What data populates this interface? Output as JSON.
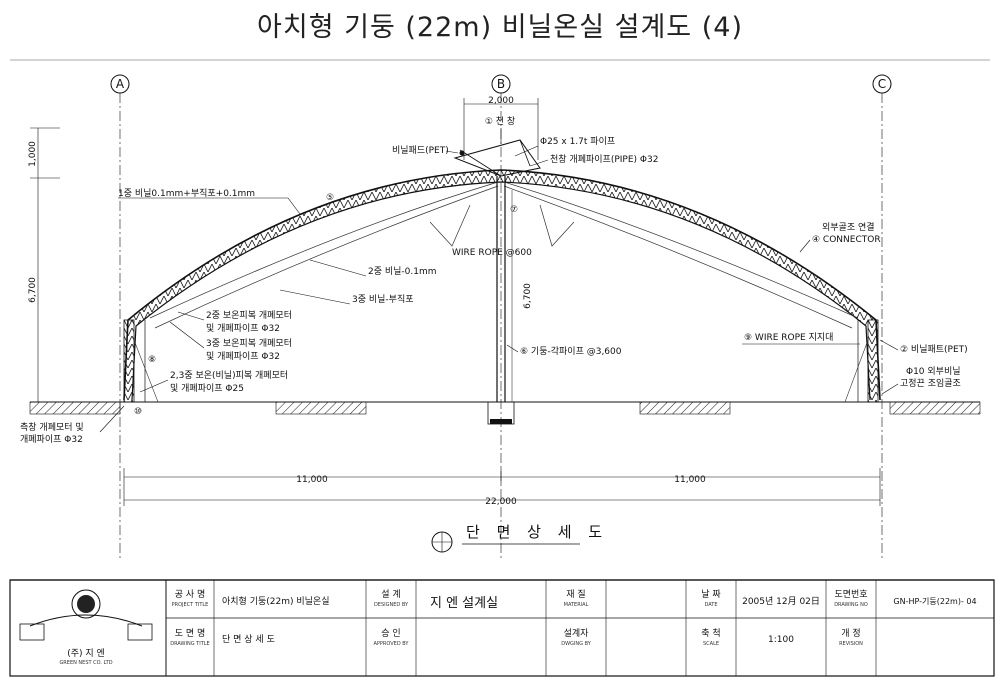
{
  "title": "아치형 기둥 (22m) 비닐온실 설계도 (4)",
  "axes": [
    "A",
    "B",
    "C"
  ],
  "section_title": "단 면 상 세 도",
  "dimensions": {
    "top_width": "2,000",
    "left_upper": "1,000",
    "left_main": "6,700",
    "center_height": "6,700",
    "half_left": "11,000",
    "half_right": "11,000",
    "total": "22,000"
  },
  "labels": {
    "roof_vent": "① 천 창",
    "pipe": "Φ25 x 1.7t 파이프",
    "vinyl_pet_top": "비닐패드(PET)",
    "vent_pipe": "천창 개폐파이프(PIPE) Φ32",
    "layer1": "1중 비닐0.1mm+부직포+0.1mm",
    "wire_rope": "WIRE ROPE  @600",
    "layer2": "2중 비닐-0.1mm",
    "layer3": "3중 비닐-부직포",
    "outer_conn_1": "외부골조 연결",
    "outer_conn_2": "④ CONNECTOR",
    "l2_motor_1": "2중 보온피복 개폐모터",
    "l2_motor_2": "및 개폐파이프 Φ32",
    "l3_motor_1": "3중 보온피복 개폐모터",
    "l3_motor_2": "및 개폐파이프 Φ32",
    "l23_motor_1": "2,3중 보온(비닐)피복 개폐모터",
    "l23_motor_2": "및 개폐파이프 Φ25",
    "column": "⑥ 기둥-각파이프 @3,600",
    "wire_support": "⑨ WIRE ROPE 지지대",
    "vinyl_pet_right": "② 비닐패트(PET)",
    "outer_fix_1": "Φ10 외부비닐",
    "outer_fix_2": "고정끈 조임골조",
    "side_motor_1": "측창 개폐모터 및",
    "side_motor_2": "개폐파이프 Φ32",
    "n5": "⑤",
    "n7": "⑦",
    "n8": "⑧",
    "n10": "⑩"
  },
  "title_block": {
    "company_name": "(주) 지 엔",
    "company_en": "GREEN NEST CO. LTD",
    "project_label": "공 사 명",
    "project_sub": "PROJECT TITLE",
    "project_value": "아치형 기둥(22m) 비닐온실",
    "drawing_label": "도 면 명",
    "drawing_sub": "DRAWING TITLE",
    "drawing_value": "단 면 상 세 도",
    "design_label": "설 계",
    "design_sub": "DESIGNED BY",
    "design_value": "지 엔  설계실",
    "approve_label": "승 인",
    "approve_sub": "APPROVED BY",
    "material_label": "재 질",
    "material_sub": "MATERIAL",
    "designer_label": "설계자",
    "designer_sub": "DWGING BY",
    "date_label": "날 짜",
    "date_sub": "DATE",
    "date_value": "2005년  12月  02日",
    "scale_label": "축 척",
    "scale_sub": "SCALE",
    "scale_value": "1:100",
    "dwgno_label": "도면번호",
    "dwgno_sub": "DRAWING NO",
    "dwgno_value": "GN-HP-기둥(22m)- 04",
    "rev_label": "개 정",
    "rev_sub": "REVISION"
  }
}
